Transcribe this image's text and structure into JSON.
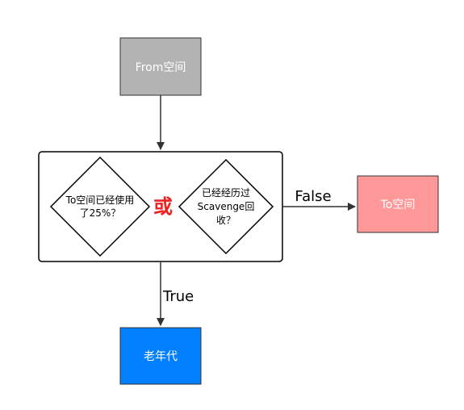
{
  "nodes": {
    "from_space": {
      "label": "From空间",
      "color": "#b3b3b3"
    },
    "to_space": {
      "label": "To空间",
      "color": "#ff9999"
    },
    "old_gen": {
      "label": "老年代",
      "color": "#007fff"
    },
    "cond_left": {
      "line1": "To空间已经使用",
      "line2": "了25%？"
    },
    "cond_right": {
      "line1": "已经经历过",
      "line2": "Scavenge回",
      "line3": "收？"
    },
    "or_label": {
      "text": "或",
      "color": "#ee2222"
    }
  },
  "edges": {
    "false_label": "False",
    "true_label": "True"
  }
}
